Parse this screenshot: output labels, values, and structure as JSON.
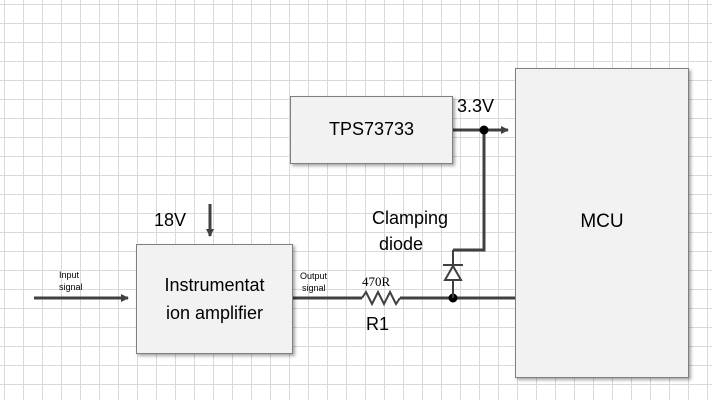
{
  "regulator": {
    "label": "TPS73733"
  },
  "supply": {
    "label": "3.3V"
  },
  "amp_supply": {
    "label": "18V"
  },
  "amplifier": {
    "label_line1": "Instrumentat",
    "label_line2": "ion amplifier"
  },
  "mcu": {
    "label": "MCU"
  },
  "input": {
    "label_line1": "Input",
    "label_line2": "signal"
  },
  "output": {
    "label_line1": "Output",
    "label_line2": "signal"
  },
  "resistor": {
    "value": "470R",
    "ref": "R1"
  },
  "diode": {
    "label_line1": "Clamping",
    "label_line2": "diode"
  },
  "colors": {
    "wire": "#404040",
    "block_fill": "#f2f2f2",
    "block_border": "#7f7f7f",
    "grid": "#d9d9d9"
  }
}
